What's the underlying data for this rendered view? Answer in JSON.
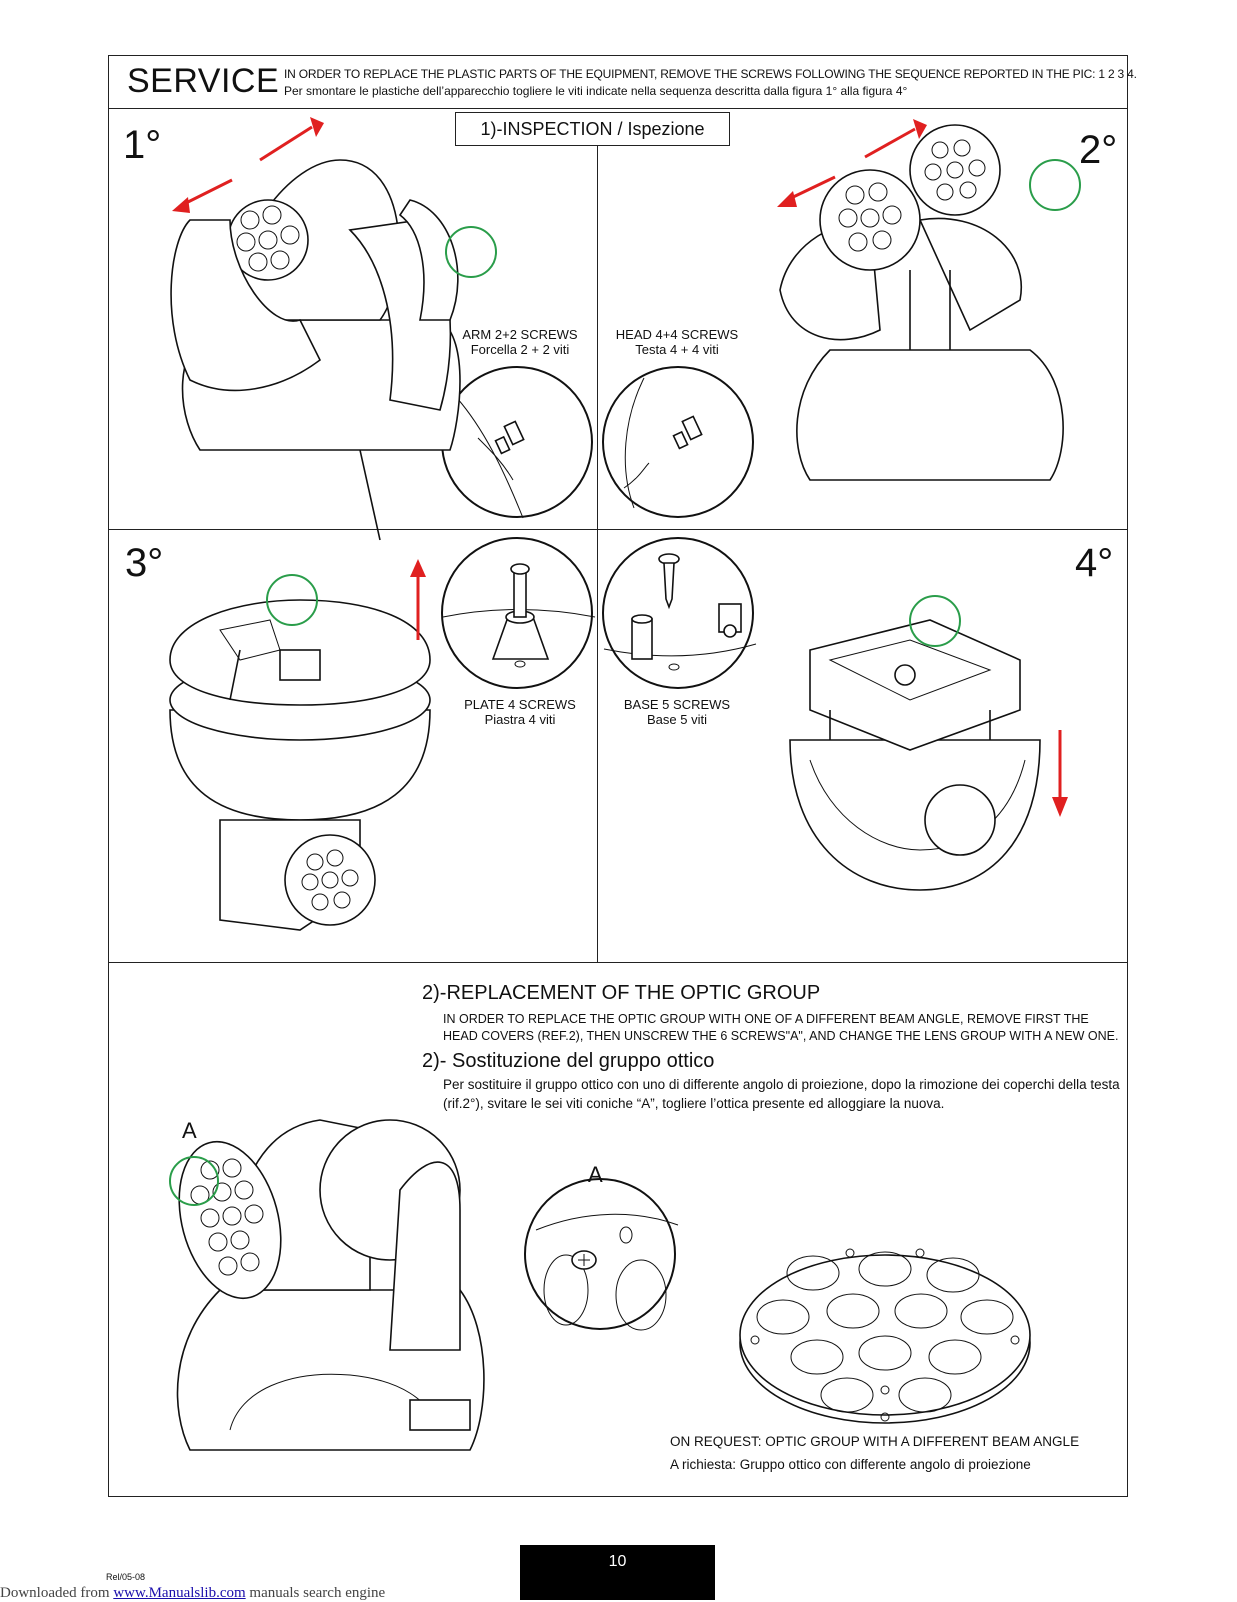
{
  "header": {
    "title": "SERVICE",
    "intro_en": "IN ORDER TO REPLACE THE PLASTIC PARTS OF THE EQUIPMENT, REMOVE THE SCREWS FOLLOWING THE SEQUENCE REPORTED IN THE PIC: 1  2  3  4.",
    "intro_it": "Per smontare le plastiche dell’apparecchio togliere le viti indicate nella sequenza descritta dalla figura 1° alla figura 4°"
  },
  "section1": {
    "title": "1)-INSPECTION / Ispezione",
    "steps": [
      {
        "number": "1°",
        "caption_en": "ARM 2+2 SCREWS",
        "caption_it": "Forcella 2 + 2 viti"
      },
      {
        "number": "2°",
        "caption_en": "HEAD 4+4 SCREWS",
        "caption_it": "Testa 4 + 4 viti"
      },
      {
        "number": "3°",
        "caption_en": "PLATE 4 SCREWS",
        "caption_it": "Piastra 4 viti"
      },
      {
        "number": "4°",
        "caption_en": "BASE 5 SCREWS",
        "caption_it": "Base 5 viti"
      }
    ]
  },
  "section2": {
    "title_en": "2)-REPLACEMENT OF THE OPTIC GROUP",
    "body_en": "IN ORDER TO REPLACE THE OPTIC GROUP WITH ONE OF A DIFFERENT BEAM ANGLE, REMOVE FIRST THE HEAD COVERS (REF.2), THEN UNSCREW THE 6 SCREWS\"A\", AND CHANGE THE LENS GROUP WITH A NEW ONE.",
    "title_it": "2)- Sostituzione del gruppo ottico",
    "body_it": "Per sostituire il gruppo ottico con uno di differente angolo di proiezione, dopo la rimozione dei coperchi della testa (rif.2°), svitare le sei viti coniche “A”, togliere l’ottica presente ed alloggiare la nuova.",
    "label_a": "A",
    "request_en": "ON REQUEST: OPTIC GROUP WITH A DIFFERENT BEAM ANGLE",
    "request_it": "A richiesta: Gruppo ottico con differente angolo di proiezione"
  },
  "footer": {
    "release": "Rel/05-08",
    "page": "10",
    "download_prefix": "Downloaded from ",
    "download_link": "www.Manualslib.com",
    "download_suffix": " manuals search engine"
  },
  "colors": {
    "arrow": "#e02020",
    "highlight": "#2a9d4a",
    "line": "#111111"
  }
}
